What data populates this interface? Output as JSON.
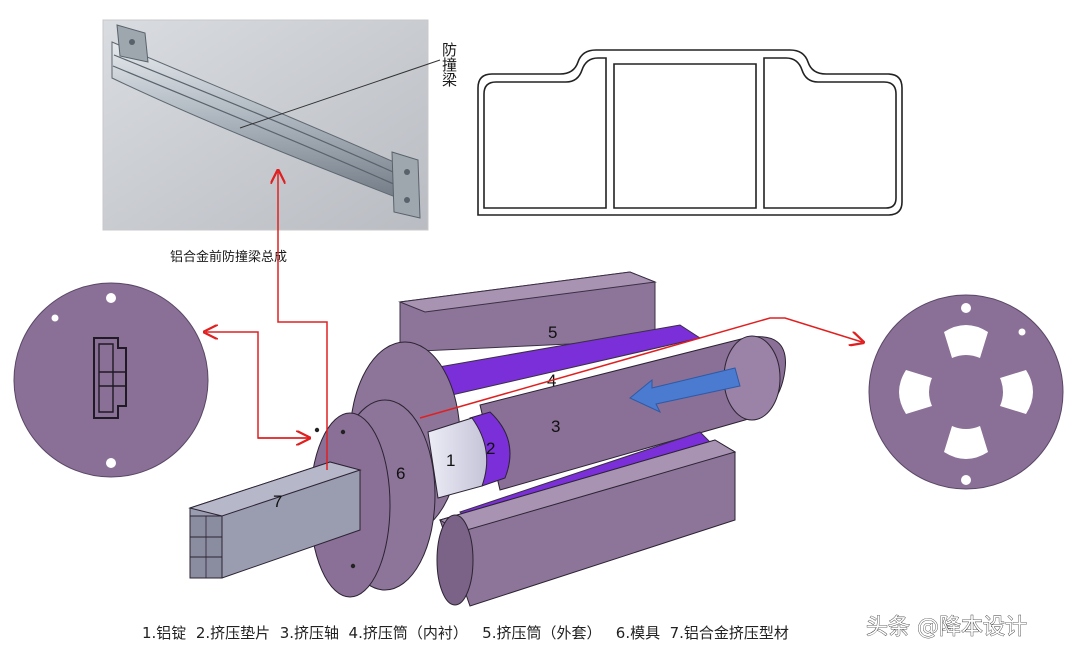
{
  "photo": {
    "label": "防撞梁",
    "caption": "铝合金前防撞梁总成"
  },
  "diagram": {
    "callouts": [
      "1",
      "2",
      "3",
      "4",
      "5",
      "6",
      "7"
    ]
  },
  "legend": "1.铝锭  2.挤压垫片  3.挤压轴  4.挤压筒（内衬）   5.挤压筒（外套）   6.模具  7.铝合金挤压型材",
  "watermark": "头条 @降本设计",
  "colors": {
    "purple": "#8a6f96",
    "dark_purple": "#6e5a7a",
    "liner": "#7b2fd9",
    "billet": "#d8d8e6",
    "profile": "#9a9cb0",
    "arrow_red": "#e02020",
    "push_arrow": "#4a7bd0"
  }
}
